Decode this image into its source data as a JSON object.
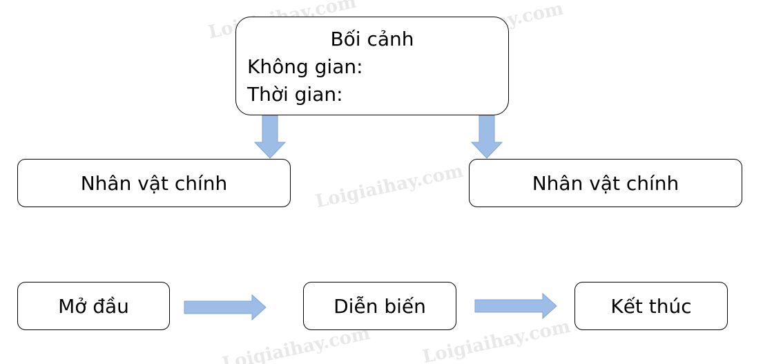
{
  "watermark": "Loigiaihay.com",
  "context": {
    "title": "Bối cảnh",
    "space_label": "Không gian:",
    "time_label": "Thời gian:"
  },
  "characters": {
    "left": "Nhân vật chính",
    "right": "Nhân vật chính"
  },
  "plot": {
    "start": "Mở đầu",
    "middle": "Diễn biến",
    "end": "Kết thúc"
  },
  "colors": {
    "arrow_fill": "#9dbde6",
    "arrow_stroke": "#7fa6d6",
    "border": "#000000"
  }
}
